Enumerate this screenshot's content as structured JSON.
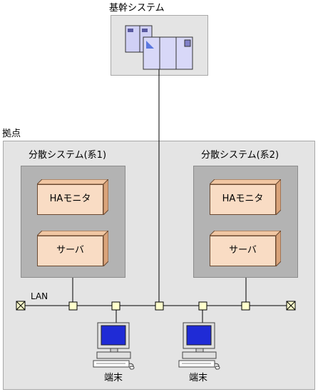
{
  "core_system": {
    "label": "基幹システム"
  },
  "site": {
    "label": "拠点"
  },
  "dist1": {
    "label": "分散システム(系1)",
    "ha_label": "HAモニタ",
    "server_label": "サーバ"
  },
  "dist2": {
    "label": "分散システム(系2)",
    "ha_label": "HAモニタ",
    "server_label": "サーバ"
  },
  "lan": {
    "label": "LAN"
  },
  "terminals": [
    {
      "label": "端末"
    },
    {
      "label": "端末"
    }
  ],
  "colors": {
    "panel_light": "#e4e4e4",
    "panel_dark": "#b3b3b3",
    "box_front": "#f9dcc4",
    "box_side": "#d9a37a",
    "node": "#ffffcc",
    "screen": "#1f2bd6"
  }
}
